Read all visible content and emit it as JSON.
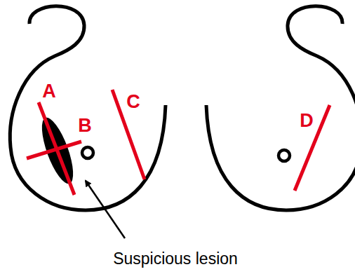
{
  "diagram": {
    "labels": [
      "A",
      "B",
      "C",
      "D",
      "Suspicious lesion"
    ]
  }
}
